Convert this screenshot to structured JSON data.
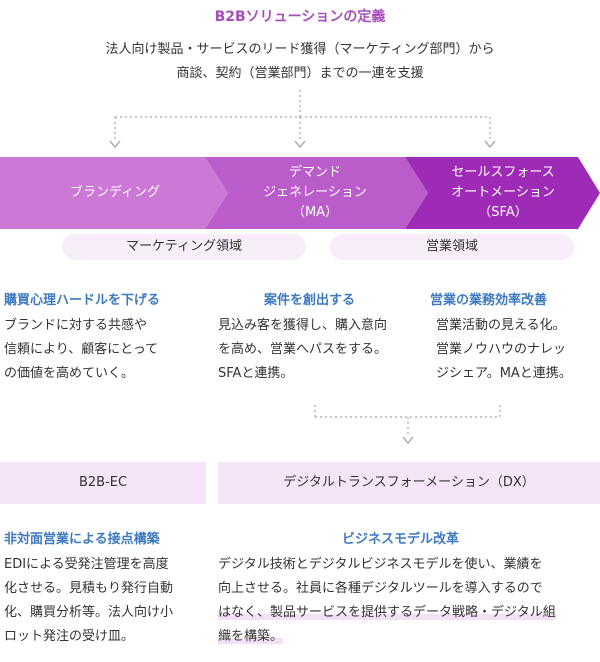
{
  "title": "B2Bソリューションの定義",
  "description": {
    "line1": "法人向け製品・サービスのリード獲得（マーケティング部門）から",
    "line2": "商談、契約（営業部門）までの一連を支援"
  },
  "stages": [
    {
      "label": "ブランディング"
    },
    {
      "label": "デマンド\nジェネレーション\n（MA）"
    },
    {
      "label": "セールスフォース\nオートメーション\n（SFA）"
    }
  ],
  "areas": {
    "marketing": "マーケティング領域",
    "sales": "営業領域"
  },
  "columns": [
    {
      "heading": "購買心理ハードルを下げる",
      "body": "ブランドに対する共感や\n信頼により、顧客にとって\nの価値を高めていく。"
    },
    {
      "heading": "案件を創出する",
      "body": "見込み客を獲得し、購入意向\nを高め、営業へパスをする。\nSFAと連携。"
    },
    {
      "heading": "営業の業務効率改善",
      "body": "営業活動の見える化。\n営業ノウハウのナレッ\nジシェア。MAと連携。"
    }
  ],
  "bottom": {
    "left_box": "B2B-EC",
    "right_box": "デジタルトランスフォーメーション（DX）",
    "left_heading": "非対面営業による接点構築",
    "left_body": "EDIによる受発注管理を高度\n化させる。見積もり発行自動\n化、購買分析等。法人向け小\nロット発注の受け皿。",
    "right_heading": "ビジネスモデル改革",
    "right_body_line1": "デジタル技術とデジタルビジネスモデルを使い、業績を",
    "right_body_line2": "向上させる。社員に各種デジタルツールを導入するので",
    "right_body_line3": "はなく、製品サービスを提供するデータ戦略・デジタル組",
    "right_body_line4": "織を構築。"
  },
  "colors": {
    "title": "#a74dbc",
    "stage1": "#cb78d6",
    "stage2": "#bb5ccb",
    "stage3": "#9e2bb5",
    "heading_blue": "#3e7ac2",
    "pill_bg": "#f7eefa",
    "box_bg": "#f4e6f7"
  }
}
